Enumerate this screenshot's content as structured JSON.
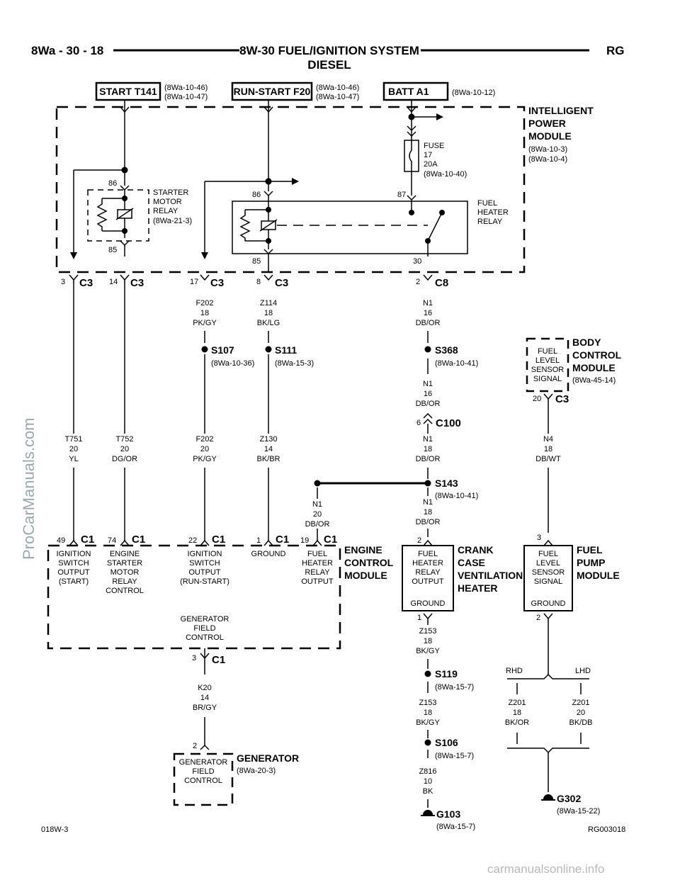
{
  "header": {
    "left": "8Wa - 30 - 18",
    "title": "8W-30 FUEL/IGNITION SYSTEM",
    "subtitle": "DIESEL",
    "right": "RG"
  },
  "sources": [
    {
      "label": "START T141",
      "refs": [
        "(8Wa-10-46)",
        "(8Wa-10-47)"
      ]
    },
    {
      "label": "RUN-START F20",
      "refs": [
        "(8Wa-10-46)",
        "(8Wa-10-47)"
      ]
    },
    {
      "label": "BATT A1",
      "refs": [
        "(8Wa-10-12)"
      ]
    }
  ],
  "ipm": {
    "lines": [
      "INTELLIGENT",
      "POWER",
      "MODULE"
    ],
    "refs": [
      "(8Wa-10-3)",
      "(8Wa-10-4)"
    ]
  },
  "fuse": {
    "lines": [
      "FUSE",
      "17",
      "20A",
      "(8Wa-10-40)"
    ]
  },
  "starter_relay": {
    "lines": [
      "STARTER",
      "MOTOR",
      "RELAY",
      "(8Wa-21-3)"
    ],
    "pin_top": "86",
    "pin_bottom": "85"
  },
  "fuel_heater_relay": {
    "lines": [
      "FUEL",
      "HEATER",
      "RELAY"
    ],
    "pin_86": "86",
    "pin_87": "87",
    "pin_85": "85",
    "pin_30": "30"
  },
  "ipm_connectors": [
    {
      "pin": "3",
      "name": "C3"
    },
    {
      "pin": "14",
      "name": "C3"
    },
    {
      "pin": "17",
      "name": "C3"
    },
    {
      "pin": "8",
      "name": "C3"
    },
    {
      "pin": "2",
      "name": "C8"
    }
  ],
  "wires_top": [
    {
      "lines": [
        "F202",
        "18",
        "PK/GY"
      ]
    },
    {
      "lines": [
        "Z114",
        "18",
        "BK/LG"
      ]
    },
    {
      "lines": [
        "N1",
        "16",
        "DB/OR"
      ]
    }
  ],
  "splices_top": [
    {
      "name": "S107",
      "ref": "(8Wa-10-36)"
    },
    {
      "name": "S111",
      "ref": "(8Wa-15-3)"
    },
    {
      "name": "S368",
      "ref": "(8Wa-10-41)"
    }
  ],
  "bcm": {
    "lines": [
      "BODY",
      "CONTROL",
      "MODULE"
    ],
    "ref": "(8Wa-45-14)",
    "inner": [
      "FUEL",
      "LEVEL",
      "SENSOR",
      "SIGNAL"
    ],
    "pin": "20",
    "conn": "C3"
  },
  "wire_n1_mid": {
    "lines": [
      "N1",
      "16",
      "DB/OR"
    ]
  },
  "c100": {
    "pin": "6",
    "name": "C100"
  },
  "wires_mid": [
    {
      "lines": [
        "T751",
        "20",
        "YL"
      ]
    },
    {
      "lines": [
        "T752",
        "20",
        "DG/OR"
      ]
    },
    {
      "lines": [
        "F202",
        "20",
        "PK/GY"
      ]
    },
    {
      "lines": [
        "Z130",
        "14",
        "BK/BR"
      ]
    },
    {
      "lines": [
        "N1",
        "18",
        "DB/OR"
      ]
    },
    {
      "lines": [
        "N4",
        "18",
        "DB/WT"
      ]
    }
  ],
  "s143": {
    "name": "S143",
    "ref": "(8Wa-10-41)"
  },
  "wires_low": [
    {
      "lines": [
        "N1",
        "20",
        "DB/OR"
      ]
    },
    {
      "lines": [
        "N1",
        "18",
        "DB/OR"
      ]
    }
  ],
  "ecm_connectors": [
    {
      "pin": "49",
      "name": "C1"
    },
    {
      "pin": "74",
      "name": "C1"
    },
    {
      "pin": "22",
      "name": "C1"
    },
    {
      "pin": "1",
      "name": "C1"
    },
    {
      "pin": "19",
      "name": "C1"
    }
  ],
  "ecm_functions": [
    {
      "lines": [
        "IGNITION",
        "SWITCH",
        "OUTPUT",
        "(START)"
      ]
    },
    {
      "lines": [
        "ENGINE",
        "STARTER",
        "MOTOR",
        "RELAY",
        "CONTROL"
      ]
    },
    {
      "lines": [
        "IGNITION",
        "SWITCH",
        "OUTPUT",
        "(RUN-START)"
      ]
    },
    {
      "lines": [
        "GROUND"
      ]
    },
    {
      "lines": [
        "FUEL",
        "HEATER",
        "RELAY",
        "OUTPUT"
      ]
    }
  ],
  "ecm": {
    "lines": [
      "ENGINE",
      "CONTROL",
      "MODULE"
    ],
    "gen_field": [
      "GENERATOR",
      "FIELD",
      "CONTROL"
    ],
    "pin": "3",
    "conn": "C1"
  },
  "ccv": {
    "lines": [
      "CRANK",
      "CASE",
      "VENTILATION",
      "HEATER"
    ],
    "inner": [
      "FUEL",
      "HEATER",
      "RELAY",
      "OUTPUT"
    ],
    "ground": "GROUND",
    "pin_top": "2",
    "pin_bottom": "1"
  },
  "fpm": {
    "lines": [
      "FUEL",
      "PUMP",
      "MODULE"
    ],
    "inner": [
      "FUEL",
      "LEVEL",
      "SENSOR",
      "SIGNAL"
    ],
    "ground": "GROUND",
    "pin_top": "3",
    "pin_bottom": "2"
  },
  "wire_k20": {
    "lines": [
      "K20",
      "14",
      "BR/GY"
    ]
  },
  "generator": {
    "name": "GENERATOR",
    "ref": "(8Wa-20-3)",
    "inner": [
      "GENERATOR",
      "FIELD",
      "CONTROL"
    ],
    "pin": "2"
  },
  "wire_z153a": {
    "lines": [
      "Z153",
      "18",
      "BK/GY"
    ]
  },
  "s119": {
    "name": "S119",
    "ref": "(8Wa-15-7)"
  },
  "wire_z153b": {
    "lines": [
      "Z153",
      "18",
      "BK/GY"
    ]
  },
  "s106": {
    "name": "S106",
    "ref": "(8Wa-15-7)"
  },
  "wire_z816": {
    "lines": [
      "Z816",
      "10",
      "BK"
    ]
  },
  "g103": {
    "name": "G103",
    "ref": "(8Wa-15-7)"
  },
  "rhd": "RHD",
  "lhd": "LHD",
  "wire_z201_rhd": {
    "lines": [
      "Z201",
      "18",
      "BK/OR"
    ]
  },
  "wire_z201_lhd": {
    "lines": [
      "Z201",
      "20",
      "BK/DB"
    ]
  },
  "g302": {
    "name": "G302",
    "ref": "(8Wa-15-22)"
  },
  "footer": {
    "left": "018W-3",
    "right": "RG003018"
  },
  "watermark_side": "ProCarManuals.com",
  "watermark_bottom": "carmanualsonline.info"
}
